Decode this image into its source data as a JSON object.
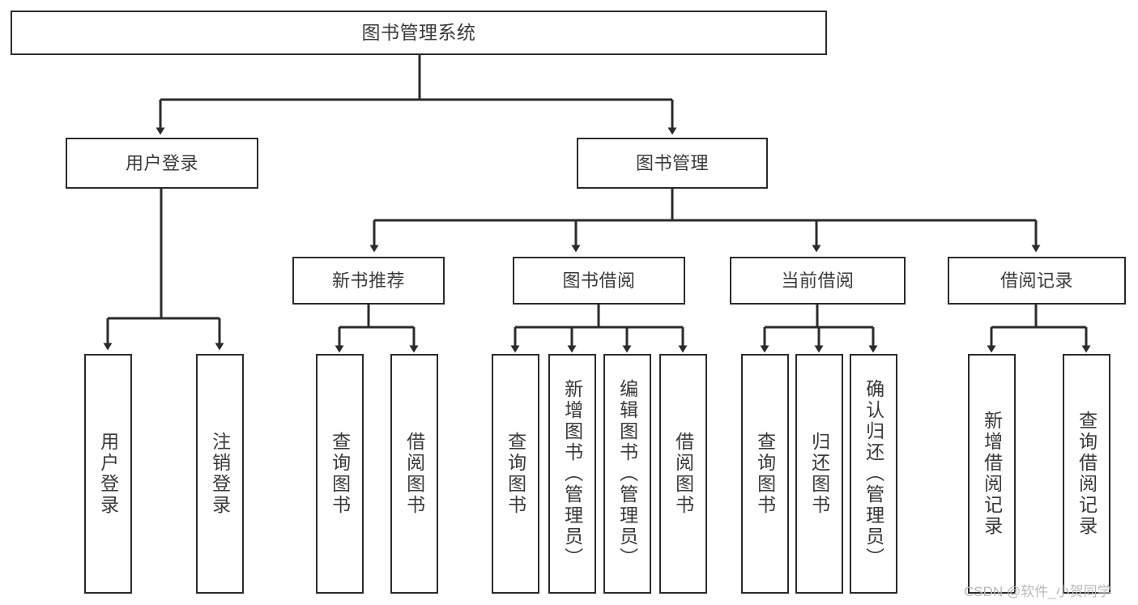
{
  "diagram": {
    "title": "图书管理系统",
    "type": "tree",
    "watermark": "CSDN @软件_小贺同学",
    "colors": {
      "box_border": "#2b2b2b",
      "box_fill": "#ffffff",
      "line": "#2b2b2b",
      "text": "#3a3a3a",
      "watermark": "#b9b9b9",
      "background": "#ffffff"
    },
    "root": {
      "label": "图书管理系统"
    },
    "level1": [
      {
        "label": "用户登录"
      },
      {
        "label": "图书管理"
      }
    ],
    "level2": [
      {
        "label": "新书推荐"
      },
      {
        "label": "图书借阅"
      },
      {
        "label": "当前借阅"
      },
      {
        "label": "借阅记录"
      }
    ],
    "leaves": {
      "user_login": [
        {
          "label": "用户登录"
        },
        {
          "label": "注销登录"
        }
      ],
      "new_book_recommend": [
        {
          "label": "查询图书"
        },
        {
          "label": "借阅图书"
        }
      ],
      "book_borrow": [
        {
          "label": "查询图书"
        },
        {
          "label": "新增图书（管理员）"
        },
        {
          "label": "编辑图书（管理员）"
        },
        {
          "label": "借阅图书"
        }
      ],
      "current_borrow": [
        {
          "label": "查询图书"
        },
        {
          "label": "归还图书"
        },
        {
          "label": "确认归还（管理员）"
        }
      ],
      "borrow_records": [
        {
          "label": "新增借阅记录"
        },
        {
          "label": "查询借阅记录"
        }
      ]
    }
  }
}
